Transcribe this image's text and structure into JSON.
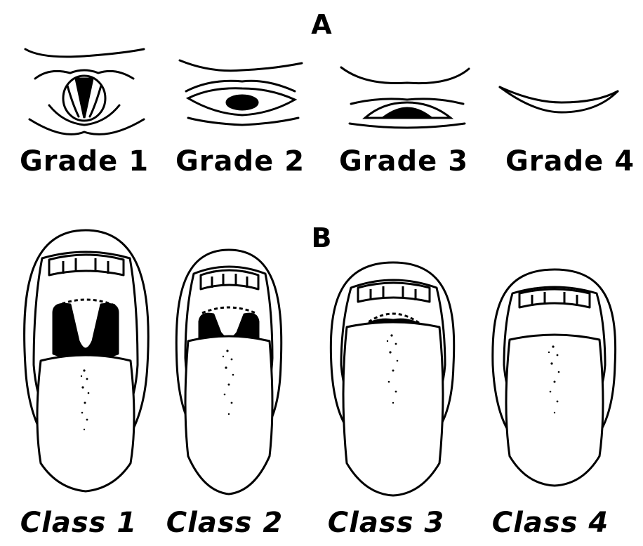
{
  "panel_a": {
    "letter": "A",
    "grades": [
      {
        "label": "Grade 1"
      },
      {
        "label": "Grade 2"
      },
      {
        "label": "Grade 3"
      },
      {
        "label": "Grade 4"
      }
    ]
  },
  "panel_b": {
    "letter": "B",
    "classes": [
      {
        "label": "Class 1"
      },
      {
        "label": "Class 2"
      },
      {
        "label": "Class 3"
      },
      {
        "label": "Class 4"
      }
    ]
  }
}
